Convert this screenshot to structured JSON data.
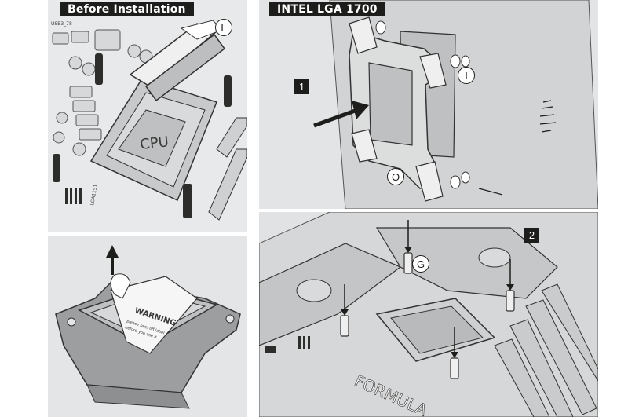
{
  "panels": {
    "before": {
      "title": "Before Installation",
      "callout": "L",
      "cpu_label": "CPU",
      "socket_label": "LGA1151",
      "header_label": "USB3_78",
      "warning_title": "WARNING",
      "warning_text_1": "please peel off label",
      "warning_text_2": "before you use it"
    },
    "intel": {
      "title": "INTEL LGA 1700",
      "step_1": "1",
      "step_2": "2",
      "callout_i": "I",
      "callout_o": "O",
      "callout_g": "G",
      "board_label": "FORMULA"
    }
  },
  "colors": {
    "ink": "#1d1d1b",
    "panel": "#e6e7e8",
    "board": "#cfd0d1",
    "label": "#f2f2f2"
  }
}
